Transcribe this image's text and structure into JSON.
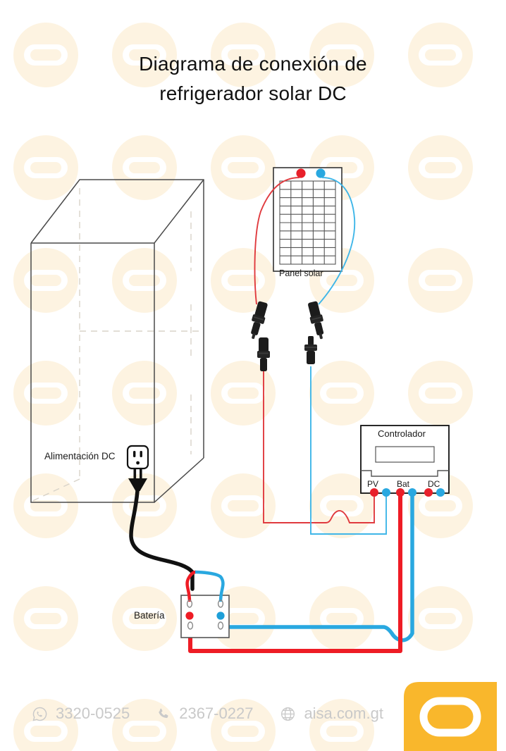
{
  "page": {
    "title_line1": "Diagrama de conexión de",
    "title_line2": "refrigerador solar DC",
    "background": "#ffffff",
    "watermark_color": "#fdf3e0"
  },
  "diagram": {
    "type": "wiring-diagram",
    "refrigerator": {
      "label": "Alimentación DC",
      "outlet_icon": "power-outlet-icon",
      "plug_icon": "power-plug-icon",
      "cable_color": "#111111"
    },
    "solar_panel": {
      "label": "Panel solar",
      "cells_columns": 5,
      "cells_rows": 10,
      "terminal_positive_color": "#e8202a",
      "terminal_negative_color": "#29a8e0"
    },
    "mc4_connectors": {
      "count": 4,
      "body_color": "#1c1c1c"
    },
    "controller": {
      "label": "Controlador",
      "display": "",
      "terminals": [
        {
          "name": "PV",
          "positive_color": "#e8202a",
          "negative_color": "#29a8e0"
        },
        {
          "name": "Bat",
          "positive_color": "#e8202a",
          "negative_color": "#29a8e0"
        },
        {
          "name": "DC",
          "positive_color": "#e8202a",
          "negative_color": "#29a8e0"
        }
      ]
    },
    "battery": {
      "label": "Batería",
      "terminal_positive_color": "#e8202a",
      "terminal_negative_color": "#1e9fd8"
    },
    "wires": [
      {
        "from": "panel+",
        "to": "mc4-left",
        "color": "#e03a3e",
        "weight": "thin"
      },
      {
        "from": "panel-",
        "to": "mc4-right",
        "color": "#3fb6e8",
        "weight": "thin"
      },
      {
        "from": "mc4-left",
        "to": "controller-PV+",
        "color": "#e8202a",
        "weight": "thin"
      },
      {
        "from": "mc4-right",
        "to": "controller-PV-",
        "color": "#29a8e0",
        "weight": "thin"
      },
      {
        "from": "controller-Bat+",
        "to": "battery+",
        "color": "#ee1c25",
        "weight": "thick"
      },
      {
        "from": "controller-Bat-",
        "to": "battery-",
        "color": "#29a8e0",
        "weight": "thick"
      },
      {
        "from": "refrigerator-plug",
        "to": "battery",
        "color": "#111111",
        "weight": "thick"
      }
    ]
  },
  "footer": {
    "whatsapp_icon": "whatsapp-icon",
    "whatsapp_number": "3320-0525",
    "phone_icon": "phone-icon",
    "phone_number": "2367-0227",
    "web_icon": "globe-icon",
    "website": "aisa.com.gt",
    "text_color": "#c9c9c9",
    "logo_color": "#f9b72c"
  }
}
